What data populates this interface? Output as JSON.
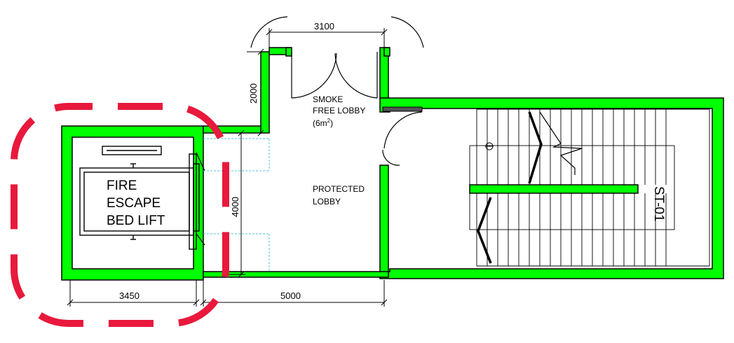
{
  "rooms": {
    "lift": {
      "line1": "FIRE",
      "line2": "ESCAPE",
      "line3": "BED LIFT"
    },
    "smoke_lobby": {
      "line1": "SMOKE",
      "line2": "FREE LOBBY",
      "area": "(6m",
      "area_sup": "2",
      "area_close": ")"
    },
    "protected_lobby": {
      "line1": "PROTECTED",
      "line2": "LOBBY"
    },
    "stair": {
      "label": "ST-01"
    }
  },
  "dimensions": {
    "smoke_lobby_width": "3100",
    "smoke_lobby_depth": "2000",
    "lobby_depth": "4000",
    "lift_width": "3450",
    "lobby_width": "5000"
  },
  "colors": {
    "wall_fill": "#00ff00",
    "wall_line": "#000000",
    "highlight": "#e8193c",
    "glass": "#4fc3d9"
  }
}
